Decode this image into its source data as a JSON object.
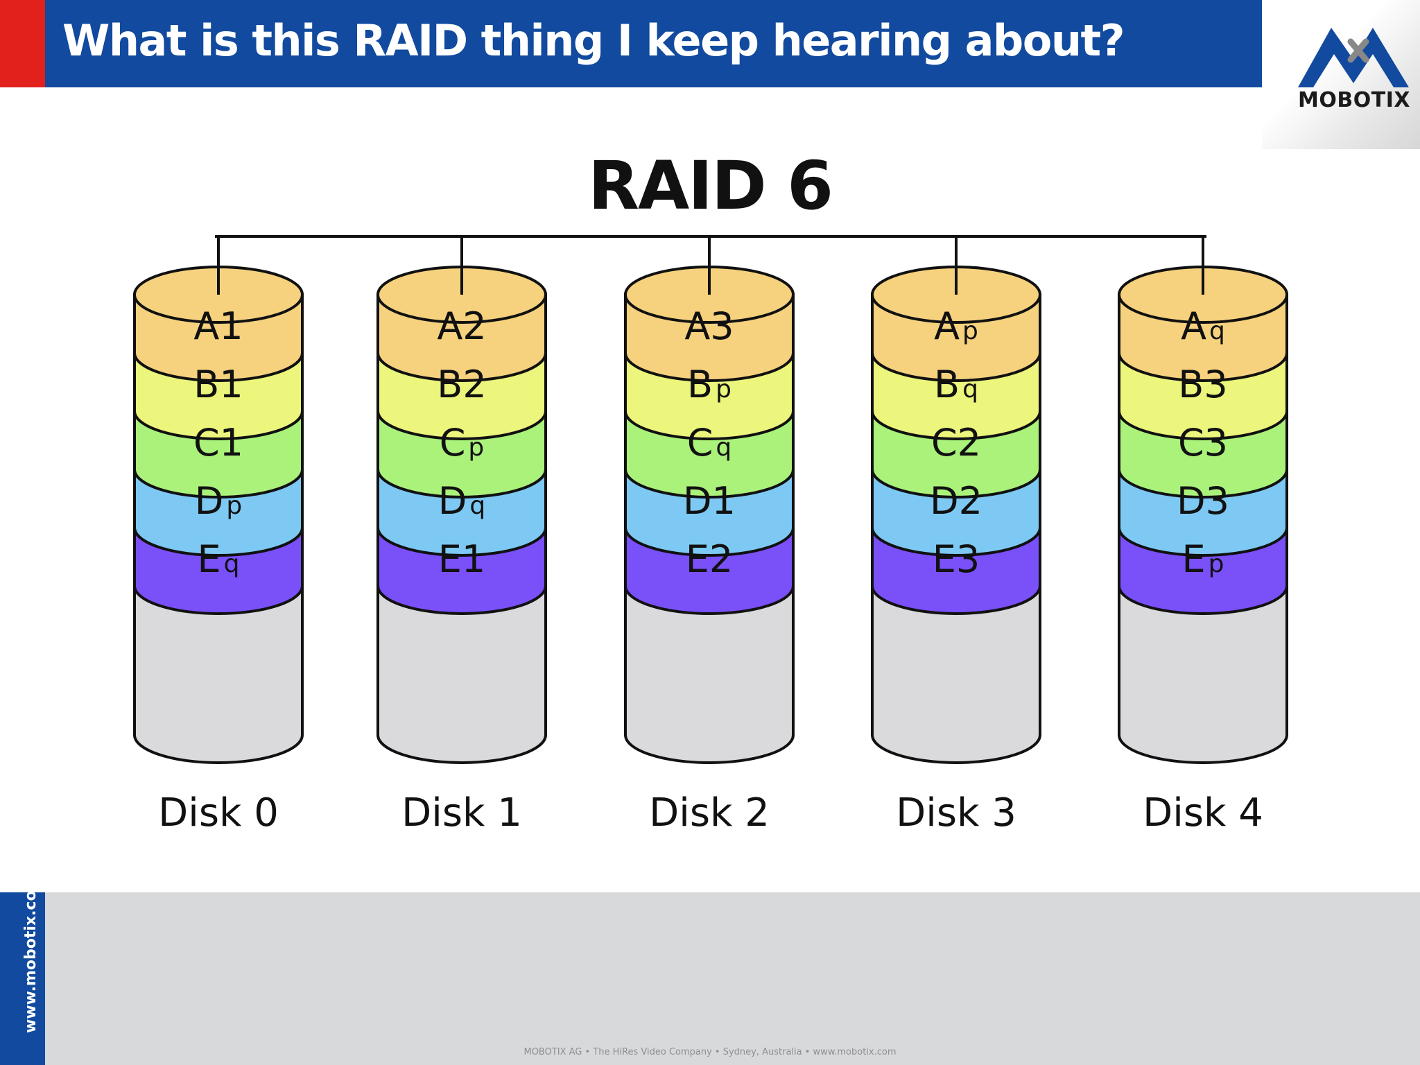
{
  "header": {
    "title": "What is this RAID thing I keep hearing about?",
    "logo_text": "MOBOTIX"
  },
  "diagram": {
    "title": "RAID 6",
    "disks": [
      {
        "label": "Disk 0",
        "blocks": [
          [
            "A1",
            ""
          ],
          [
            "B1",
            ""
          ],
          [
            "C1",
            ""
          ],
          [
            "D",
            "p"
          ],
          [
            "E",
            "q"
          ]
        ]
      },
      {
        "label": "Disk 1",
        "blocks": [
          [
            "A2",
            ""
          ],
          [
            "B2",
            ""
          ],
          [
            "C",
            "p"
          ],
          [
            "D",
            "q"
          ],
          [
            "E1",
            ""
          ]
        ]
      },
      {
        "label": "Disk 2",
        "blocks": [
          [
            "A3",
            ""
          ],
          [
            "B",
            "p"
          ],
          [
            "C",
            "q"
          ],
          [
            "D1",
            ""
          ],
          [
            "E2",
            ""
          ]
        ]
      },
      {
        "label": "Disk 3",
        "blocks": [
          [
            "A",
            "p"
          ],
          [
            "B",
            "q"
          ],
          [
            "C2",
            ""
          ],
          [
            "D2",
            ""
          ],
          [
            "E3",
            ""
          ]
        ]
      },
      {
        "label": "Disk 4",
        "blocks": [
          [
            "A",
            "q"
          ],
          [
            "B3",
            ""
          ],
          [
            "C3",
            ""
          ],
          [
            "D3",
            ""
          ],
          [
            "E",
            "p"
          ]
        ]
      }
    ],
    "stripe_colors": [
      "#f6d27e",
      "#ecf57c",
      "#abf27b",
      "#7dc9f3",
      "#7a50f9"
    ],
    "empty_color": "#dadadd"
  },
  "footer": {
    "side_text": "www.mobotix.com",
    "bottom_text": "MOBOTIX AG  •  The HiRes Video Company  •  Sydney, Australia  •  www.mobotix.com"
  }
}
